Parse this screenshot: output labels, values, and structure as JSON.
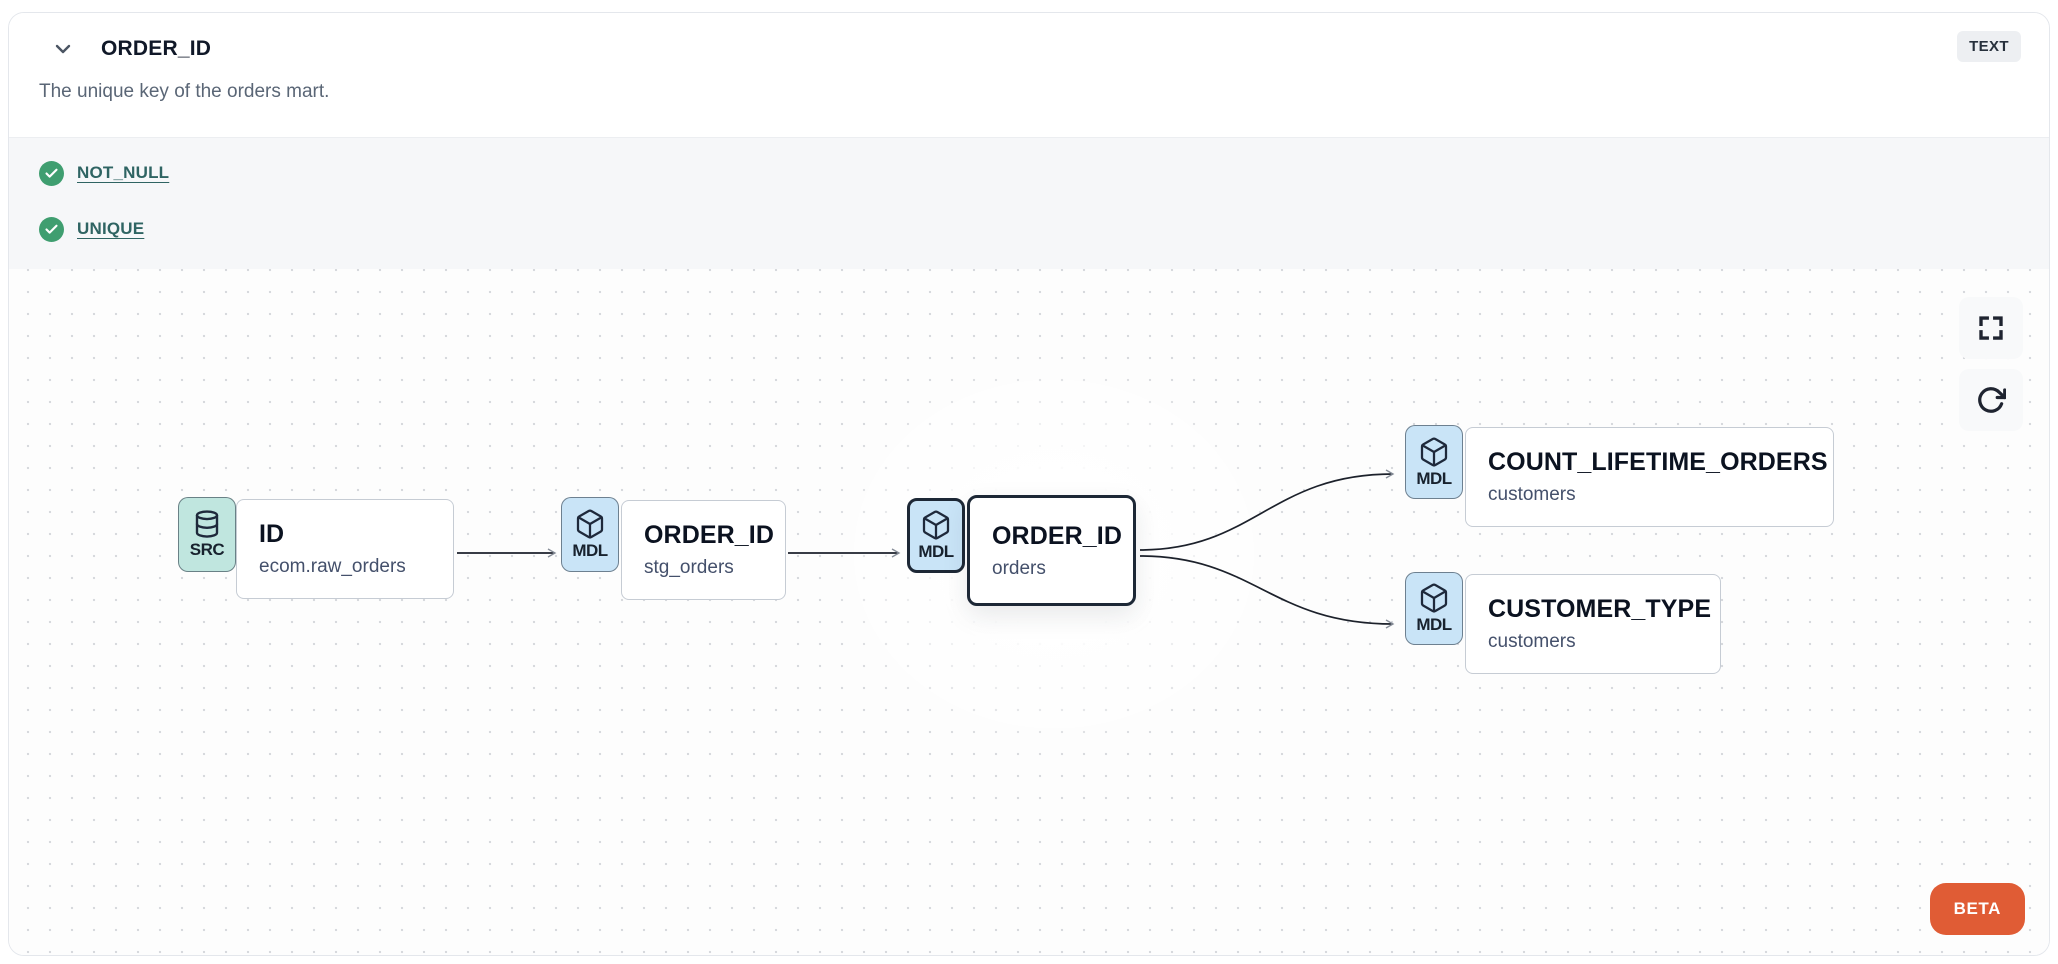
{
  "header": {
    "title": "ORDER_ID",
    "type_badge": "TEXT",
    "description": "The unique key of the orders mart."
  },
  "tests": [
    {
      "label": "NOT_NULL",
      "status": "pass"
    },
    {
      "label": "UNIQUE",
      "status": "pass"
    }
  ],
  "lineage": {
    "nodes": [
      {
        "id": "src",
        "badge": "SRC",
        "icon": "database-icon",
        "title": "ID",
        "subtitle": "ecom.raw_orders",
        "selected": false
      },
      {
        "id": "stg",
        "badge": "MDL",
        "icon": "cube-icon",
        "title": "ORDER_ID",
        "subtitle": "stg_orders",
        "selected": false
      },
      {
        "id": "orders",
        "badge": "MDL",
        "icon": "cube-icon",
        "title": "ORDER_ID",
        "subtitle": "orders",
        "selected": true
      },
      {
        "id": "clo",
        "badge": "MDL",
        "icon": "cube-icon",
        "title": "COUNT_LIFETIME_ORDERS",
        "subtitle": "customers",
        "selected": false
      },
      {
        "id": "ct",
        "badge": "MDL",
        "icon": "cube-icon",
        "title": "CUSTOMER_TYPE",
        "subtitle": "customers",
        "selected": false
      }
    ],
    "edges": [
      {
        "from": "src",
        "to": "stg"
      },
      {
        "from": "stg",
        "to": "orders"
      },
      {
        "from": "orders",
        "to": "clo"
      },
      {
        "from": "orders",
        "to": "ct"
      }
    ],
    "beta_label": "BETA"
  },
  "colors": {
    "accent_orange": "#e05c35",
    "badge_src_bg": "#c0e6df",
    "badge_mdl_bg": "#c9e4f7",
    "test_pass_green": "#3f9e70",
    "link_teal": "#2f6463",
    "selected_border": "#1d2836"
  }
}
